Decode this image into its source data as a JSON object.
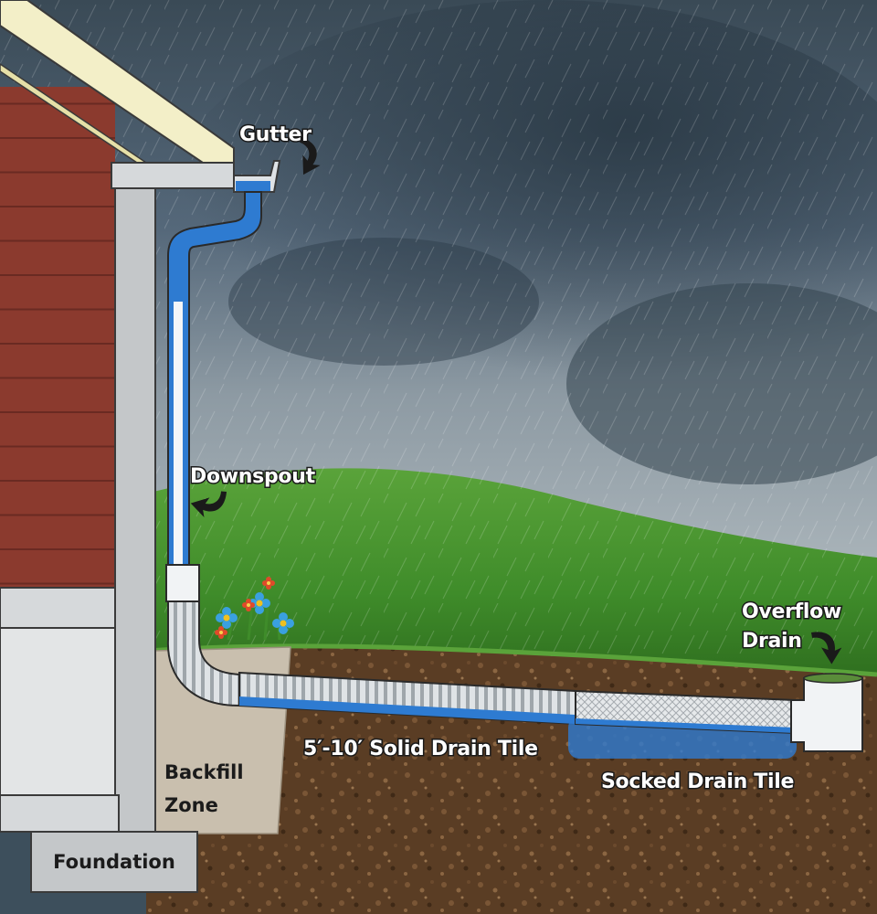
{
  "labels": {
    "gutter": "Gutter",
    "downspout": "Downspout",
    "overflow_line1": "Overflow",
    "overflow_line2": "Drain",
    "solid_tile": "5′-10′ Solid Drain Tile",
    "socked_tile": "Socked Drain Tile",
    "backfill_line1": "Backfill",
    "backfill_line2": "Zone",
    "foundation": "Foundation"
  },
  "icons": {
    "label_arrow": "curved-arrow-icon",
    "flowers": "flower-icon"
  },
  "colors": {
    "sky_dark": "#2d3b47",
    "sky_light": "#8a98a2",
    "grass": "#3f8c2a",
    "soil": "#5a3d24",
    "siding": "#8b3a2e",
    "trim": "#f3efc8",
    "pipe": "#d8dde0",
    "water": "#2e7bd1",
    "backfill": "#c9bfae",
    "foundation": "#c4c7c9"
  }
}
